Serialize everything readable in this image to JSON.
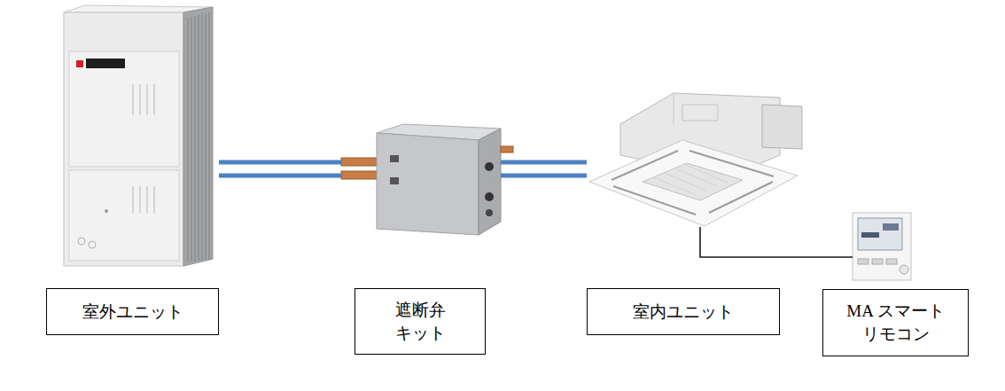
{
  "diagram": {
    "nodes": [
      {
        "text": [
          "室外ユニット"
        ]
      },
      {
        "text": [
          "遮断弁 キット"
        ]
      },
      {
        "text": [
          "室内ユニット"
        ]
      },
      {
        "text": [
          "MA スマート リモコン"
        ]
      }
    ],
    "edges": [
      {
        "from": 0,
        "to": 1,
        "arrow": "none"
      },
      {
        "from": 1,
        "to": 2,
        "arrow": "none"
      },
      {
        "from": 2,
        "to": 3,
        "arrow": "none"
      }
    ]
  }
}
